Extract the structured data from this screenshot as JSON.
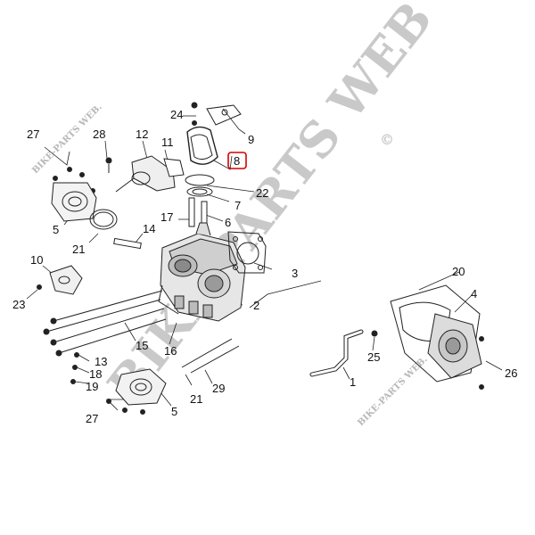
{
  "diagram": {
    "highlighted_part": "8",
    "callouts": {
      "c24": "24",
      "c9": "9",
      "c8": "8",
      "c22": "22",
      "c7": "7",
      "c6": "6",
      "c3": "3",
      "c2": "2",
      "c17": "17",
      "c14": "14",
      "c12": "12",
      "c11": "11",
      "c28": "28",
      "c27a": "27",
      "c5a": "5",
      "c21a": "21",
      "c10": "10",
      "c23": "23",
      "c15": "15",
      "c16": "16",
      "c13": "13",
      "c18": "18",
      "c19": "19",
      "c21b": "21",
      "c29": "29",
      "c27b": "27",
      "c5b": "5",
      "c20": "20",
      "c4": "4",
      "c25": "25",
      "c1": "1",
      "c26": "26"
    }
  },
  "watermark": {
    "main": "BIKE-PARTS WEB",
    "copyright": "©",
    "small_top": "BIKE-PARTS WEB.",
    "small_bottom": "BIKE-PARTS WEB."
  }
}
